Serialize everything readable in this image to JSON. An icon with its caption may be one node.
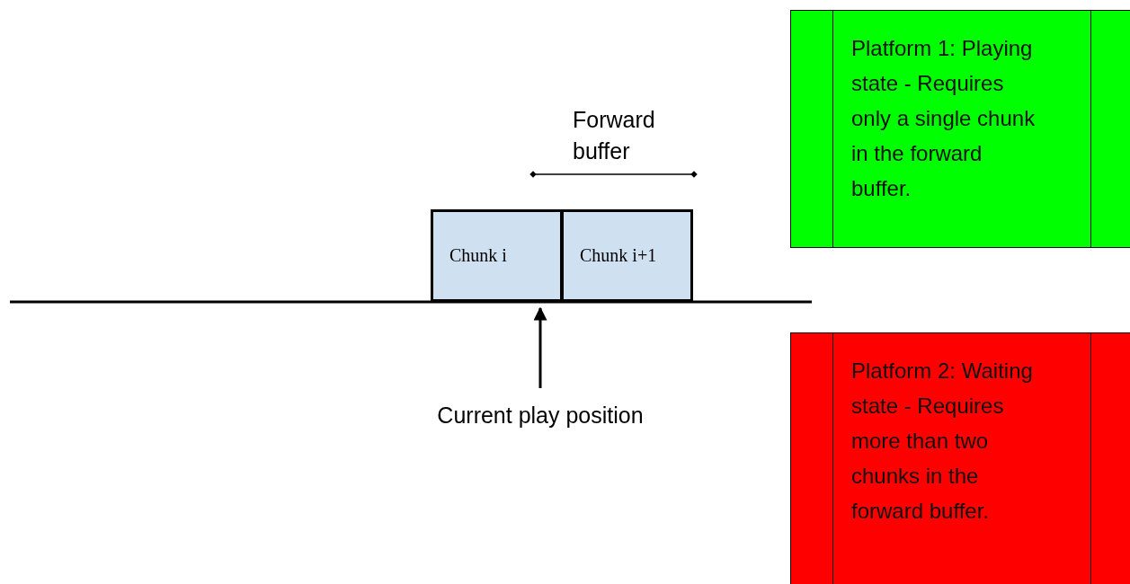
{
  "diagram": {
    "nodes": [
      {
        "text": [
          "Chunk i"
        ]
      },
      {
        "text": [
          "Chunk i+1"
        ]
      },
      {
        "text": [
          "Current play position"
        ]
      },
      {
        "text": [
          "Platform 1: Playing state - Requires only a single chunk in the forward buffer."
        ]
      },
      {
        "text": [
          "Platform 2: Waiting state - Requires more than two chunks in the forward buffer."
        ]
      }
    ],
    "edges": [
      {
        "from": 2,
        "to": 0,
        "arrow": "to"
      }
    ],
    "labels": [
      "Forward buffer"
    ]
  }
}
